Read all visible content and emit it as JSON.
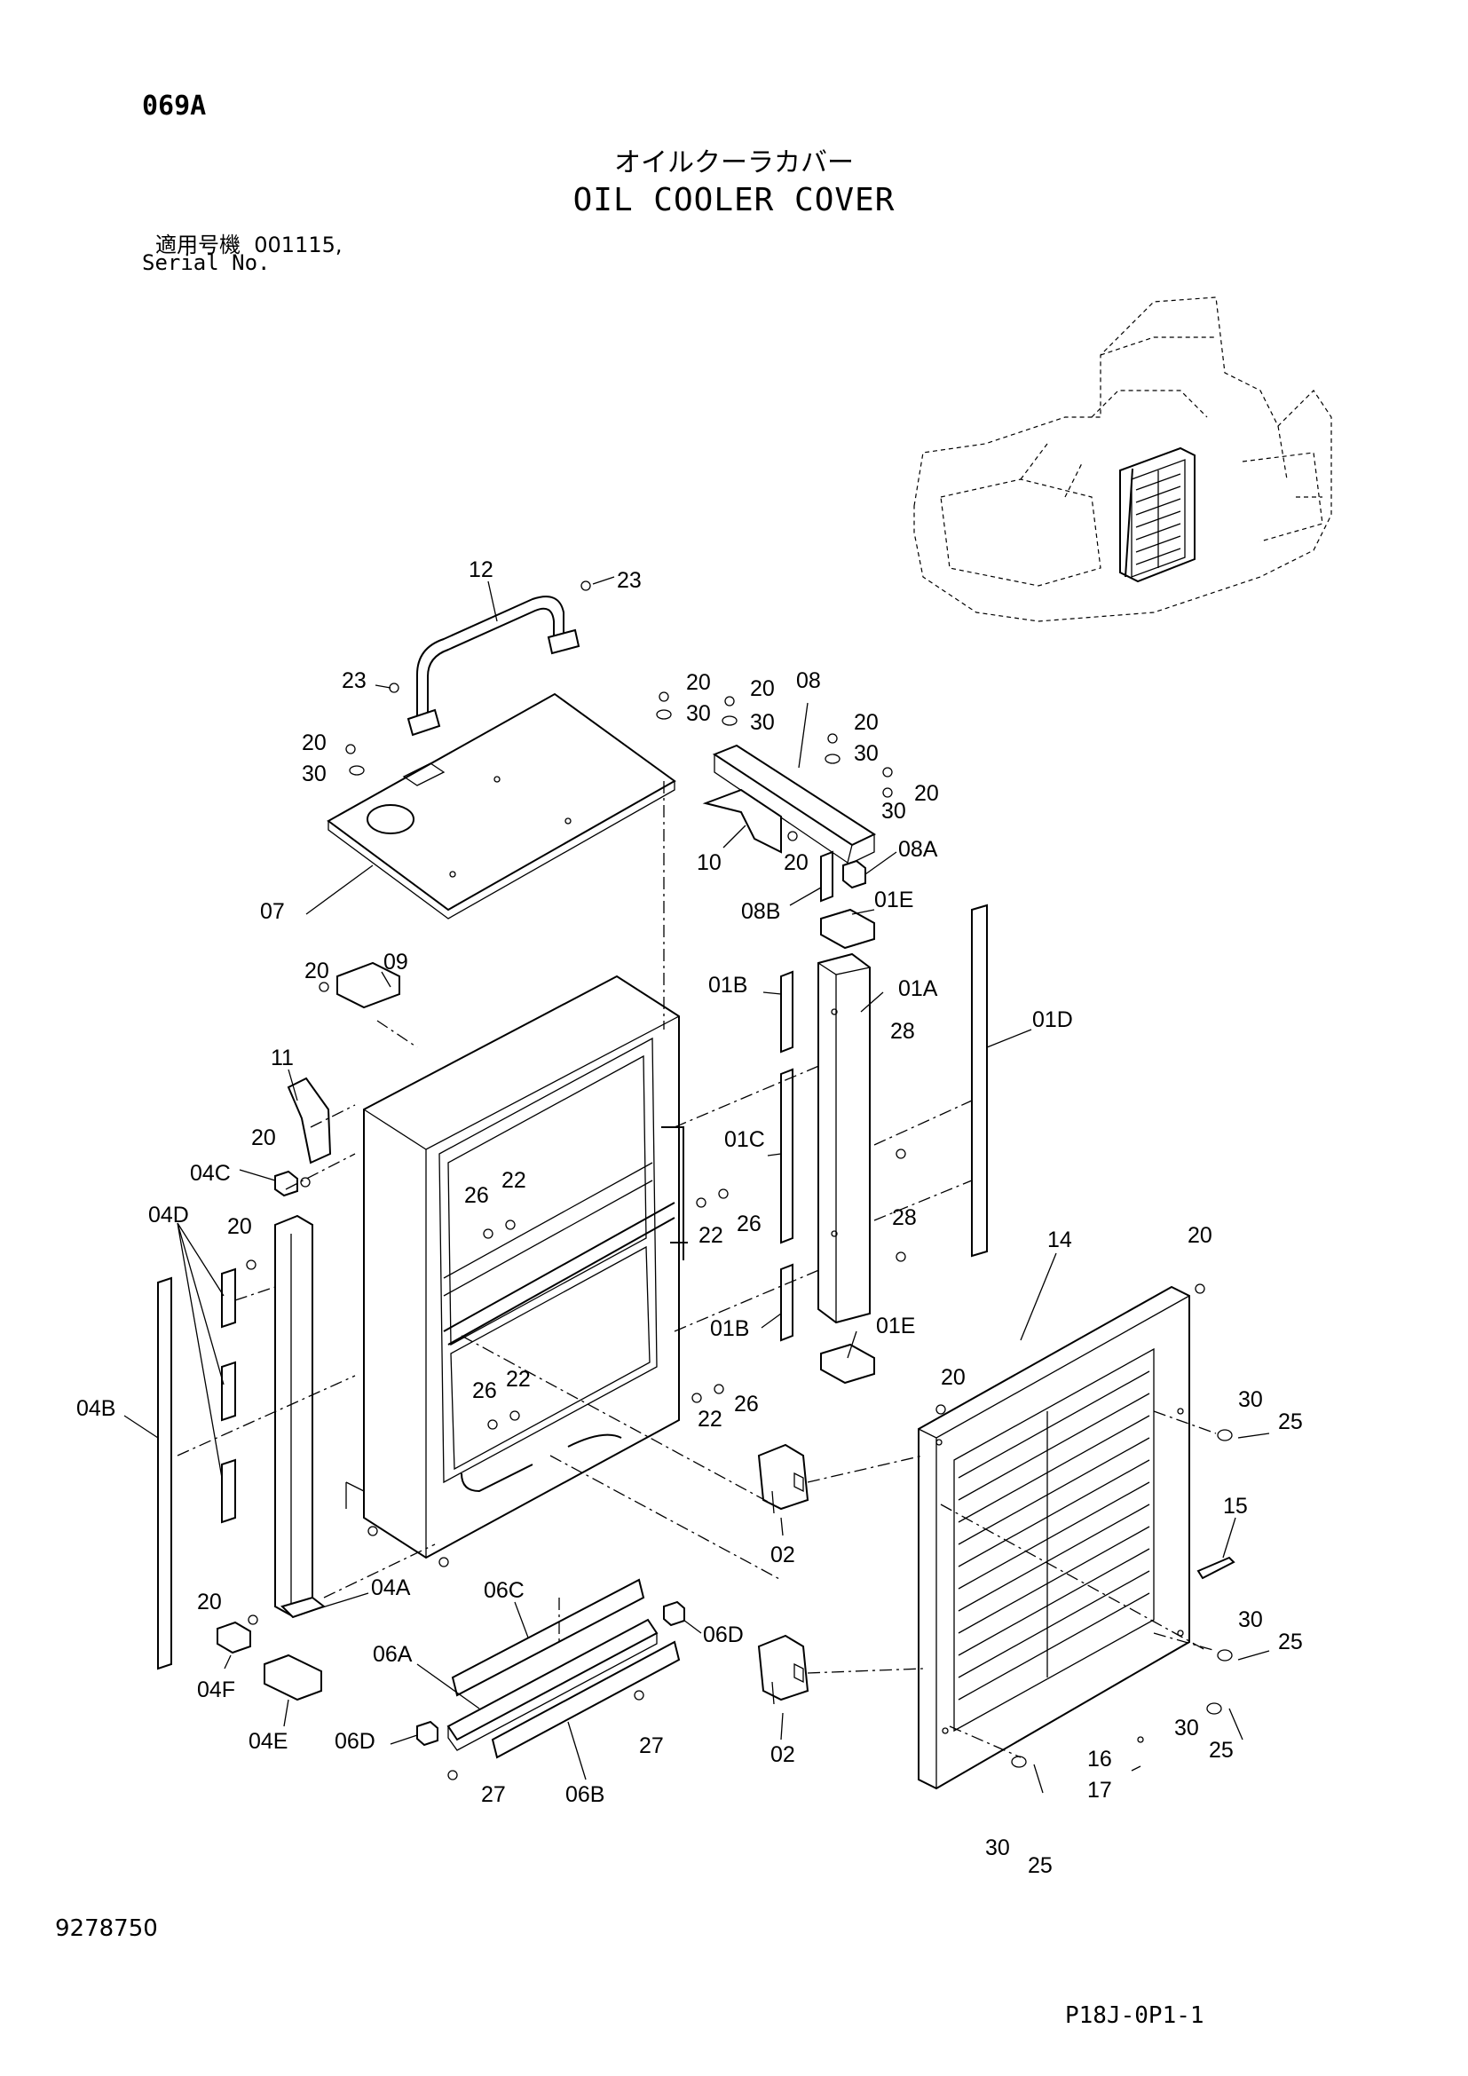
{
  "header": {
    "page_code": "069A",
    "title_jp": "オイルクーラカバー",
    "title_en": "OIL COOLER COVER",
    "serial_label_jp": "適用号機",
    "serial_value": "001115,",
    "serial_label_en": "Serial No."
  },
  "footer": {
    "doc_number": "9278750",
    "ref_code": "P18J-0P1-1"
  },
  "callouts": [
    "12",
    "23",
    "23",
    "20",
    "30",
    "20",
    "30",
    "20",
    "30",
    "08",
    "20",
    "30",
    "20",
    "30",
    "10",
    "20",
    "08A",
    "07",
    "08B",
    "01E",
    "20",
    "09",
    "01B",
    "01A",
    "28",
    "01D",
    "11",
    "20",
    "04C",
    "01C",
    "26",
    "22",
    "22",
    "26",
    "04D",
    "20",
    "28",
    "14",
    "20",
    "01B",
    "01E",
    "26",
    "22",
    "26",
    "22",
    "20",
    "04B",
    "30",
    "25",
    "02",
    "15",
    "20",
    "04A",
    "06C",
    "06D",
    "30",
    "25",
    "06A",
    "04F",
    "02",
    "30",
    "25",
    "04E",
    "06D",
    "27",
    "27",
    "06B",
    "16",
    "17",
    "30",
    "25"
  ]
}
